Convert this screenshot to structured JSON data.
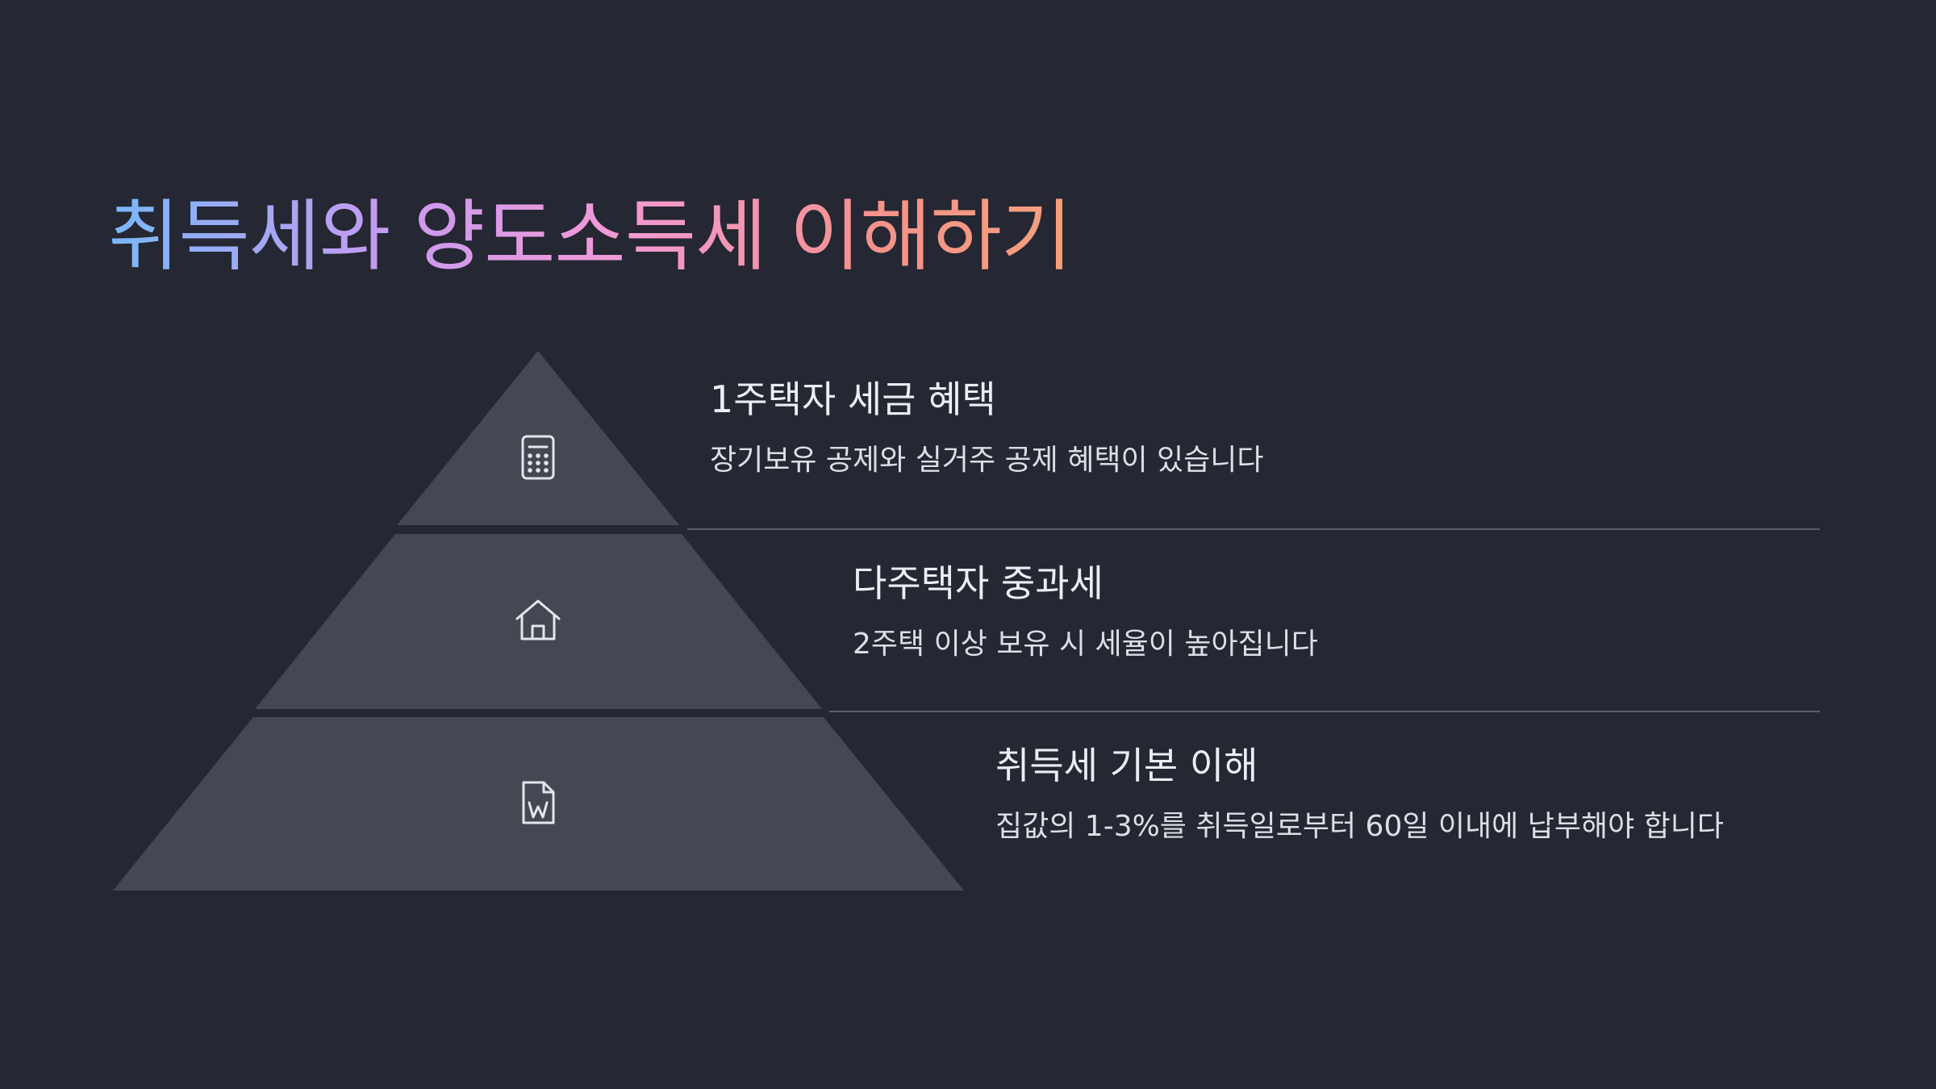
{
  "title": "취득세와 양도소득세 이해하기",
  "colors": {
    "background": "#252733",
    "tier_fill": "#454752",
    "divider": "#5a5d6a",
    "title_gradient": [
      "#78b8fa",
      "#c99af0",
      "#f29ad8",
      "#f5928a",
      "#f6a07a"
    ]
  },
  "tiers": [
    {
      "icon": "calculator-icon",
      "heading": "1주택자 세금 혜택",
      "description": "장기보유 공제와 실거주 공제 혜택이 있습니다"
    },
    {
      "icon": "house-icon",
      "heading": "다주택자 중과세",
      "description": "2주택 이상 보유 시 세율이 높아집니다"
    },
    {
      "icon": "word-document-icon",
      "heading": "취득세 기본 이해",
      "description": "집값의 1-3%를 취득일로부터 60일 이내에 납부해야 합니다"
    }
  ]
}
